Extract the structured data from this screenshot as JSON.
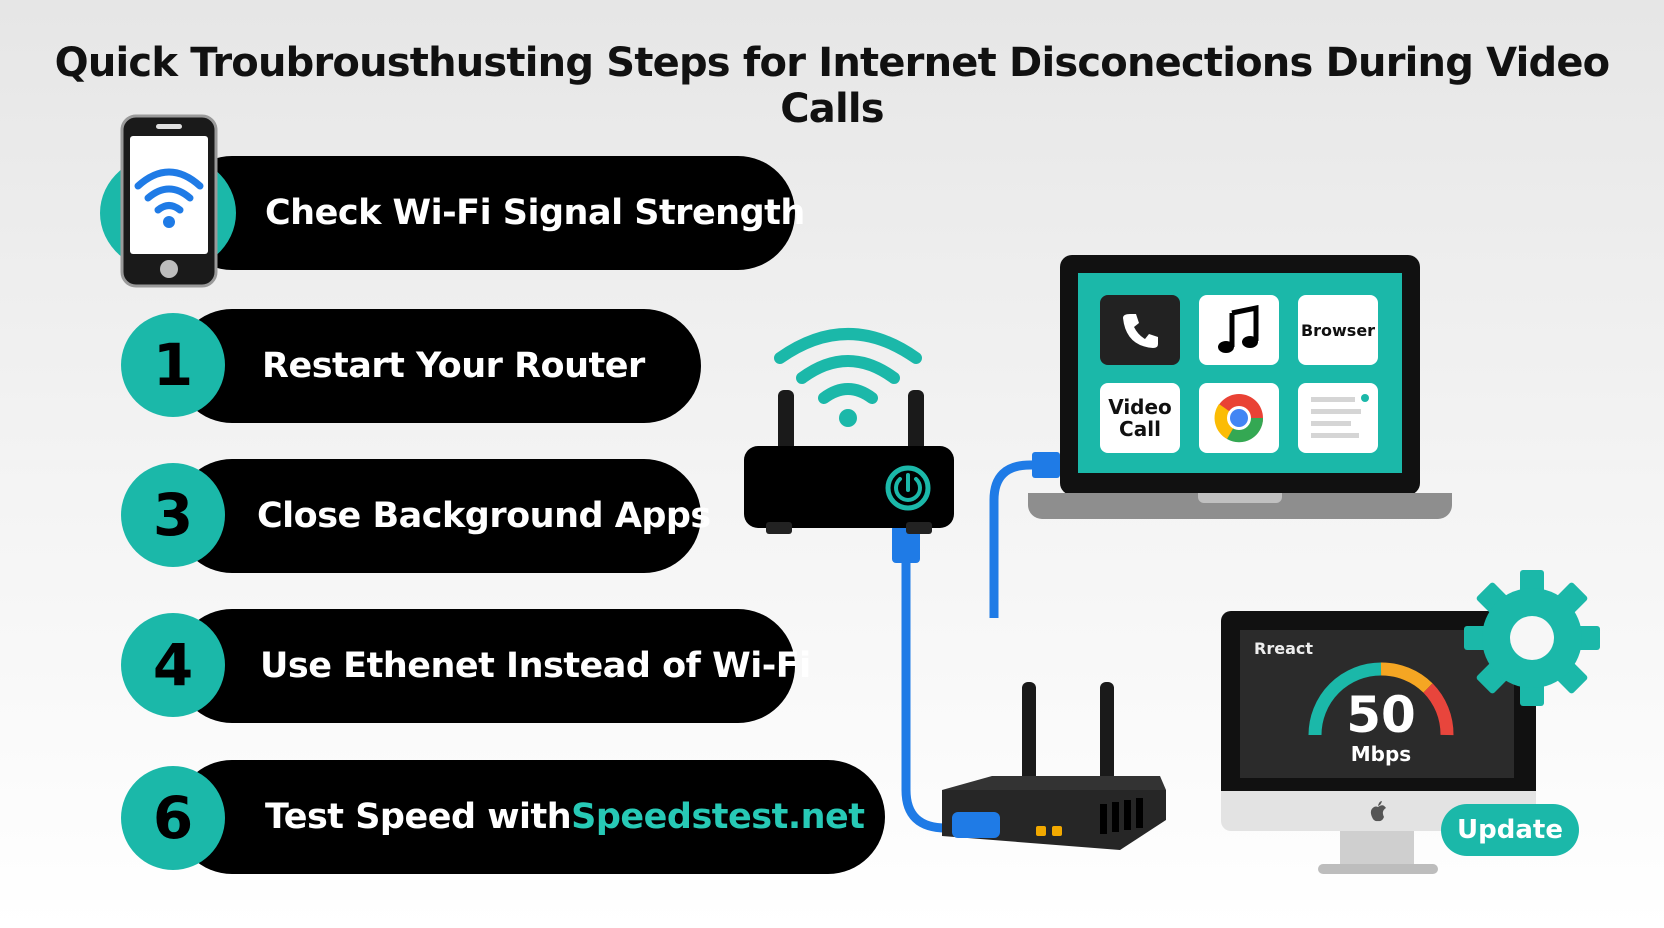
{
  "title": "Quick Troubrousthusting Steps for Internet Disconections During Video Calls",
  "steps": [
    {
      "badge": "",
      "label": "Check Wi-Fi Signal Strength"
    },
    {
      "badge": "1",
      "label": "Restart Your Router"
    },
    {
      "badge": "3",
      "label": "Close Background Apps"
    },
    {
      "badge": "4",
      "label": "Use Ethenet Instead of Wi-Fi"
    },
    {
      "badge": "6",
      "label_prefix": "Test Speed with ",
      "label_link": "Speedstest.net"
    }
  ],
  "laptop": {
    "tiles": {
      "phone_icon": "phone-icon",
      "music_icon": "music-note-icon",
      "browser": "Browser",
      "video_call_line1": "Video",
      "video_call_line2": "Call",
      "chrome_icon": "browser-logo-icon",
      "doc_icon": "document-icon"
    }
  },
  "monitor": {
    "label": "Rreact",
    "speed_value": "50",
    "speed_unit": "Mbps",
    "update_button": "Update"
  },
  "colors": {
    "teal": "#1bb8a9",
    "cable_blue": "#1f7be6",
    "accent_link": "#27c9b6"
  }
}
